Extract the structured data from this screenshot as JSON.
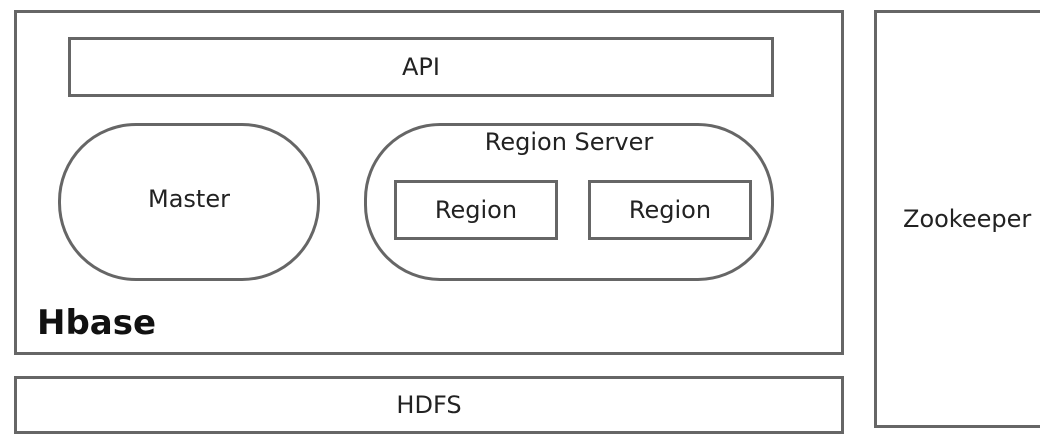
{
  "hbase": {
    "title": "Hbase",
    "api_label": "API",
    "master_label": "Master",
    "region_server": {
      "title": "Region Server",
      "regions": [
        "Region",
        "Region"
      ]
    }
  },
  "hdfs_label": "HDFS",
  "zookeeper_label": "Zookeeper"
}
